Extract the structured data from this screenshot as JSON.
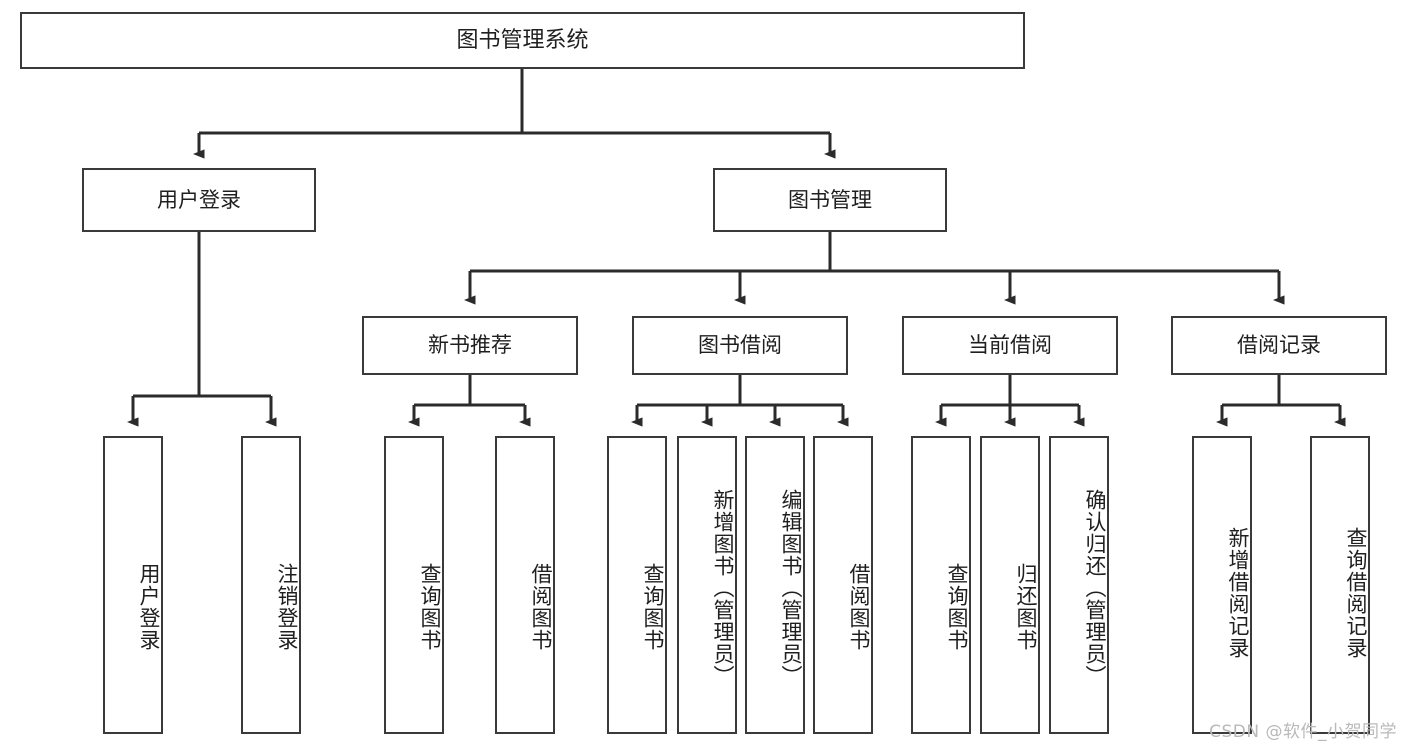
{
  "diagram": {
    "title": "图书管理系统",
    "type": "tree-hierarchy",
    "watermark": "CSDN @软件_小贺同学",
    "colors": {
      "box_border": "#3a3a3a",
      "box_fill": "#ffffff",
      "edge": "#2b2b2b",
      "text": "#1f1f1f",
      "watermark": "#b9b9b9",
      "background": "#ffffff"
    },
    "root": {
      "label": "图书管理系统"
    },
    "level2": [
      {
        "label": "用户登录"
      },
      {
        "label": "图书管理"
      }
    ],
    "level3": [
      {
        "label": "新书推荐"
      },
      {
        "label": "图书借阅"
      },
      {
        "label": "当前借阅"
      },
      {
        "label": "借阅记录"
      }
    ],
    "leaves": {
      "user_login": [
        {
          "label": "用户登录"
        },
        {
          "label": "注销登录"
        }
      ],
      "new_book_recommend": [
        {
          "label": "查询图书"
        },
        {
          "label": "借阅图书"
        }
      ],
      "book_borrow": [
        {
          "label": "查询图书"
        },
        {
          "label": "新增图书（管理员）"
        },
        {
          "label": "编辑图书（管理员）"
        },
        {
          "label": "借阅图书"
        }
      ],
      "current_borrow": [
        {
          "label": "查询图书"
        },
        {
          "label": "归还图书"
        },
        {
          "label": "确认归还（管理员）"
        }
      ],
      "borrow_record": [
        {
          "label": "新增借阅记录"
        },
        {
          "label": "查询借阅记录"
        }
      ]
    }
  }
}
